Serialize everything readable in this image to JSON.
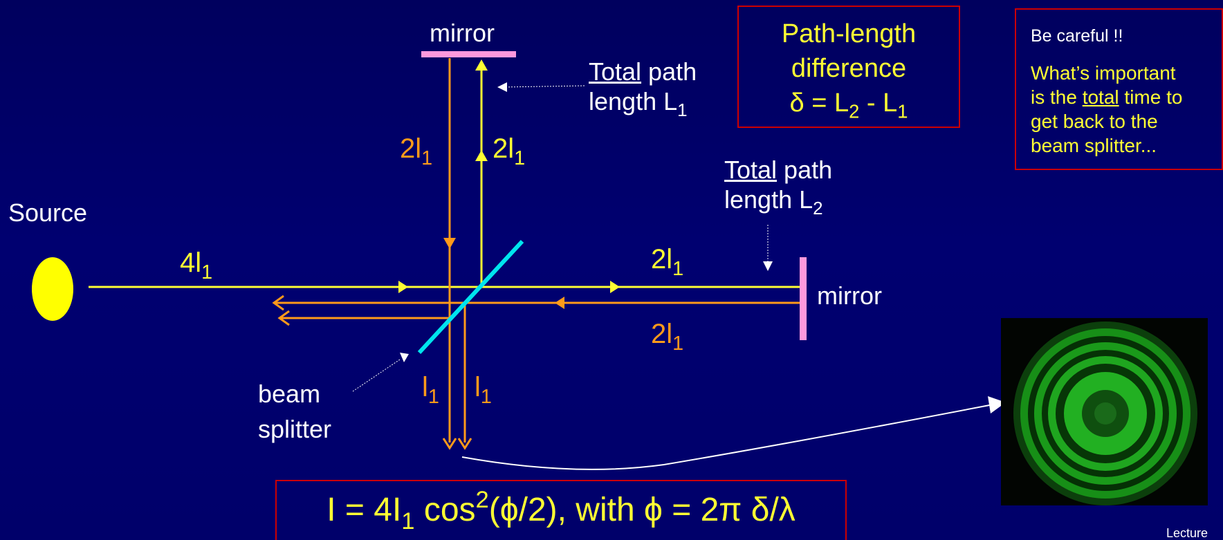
{
  "labels": {
    "mirror_top": "mirror",
    "mirror_right": "mirror",
    "source": "Source",
    "beam": "beam",
    "splitter": "splitter",
    "total": "Total",
    "path": " path",
    "length": "length L",
    "sub1": "1",
    "sub2": "2",
    "two_l": "2l",
    "four_l": "4l",
    "l": "l"
  },
  "path_box": {
    "line1": "Path-length",
    "line2": "difference",
    "delta_eq": "δ = L",
    "minus": " - L"
  },
  "note_box": {
    "heading": "Be careful !!",
    "line1": "What’s important",
    "line2_pre": "is the ",
    "line2_u": "total",
    "line2_post": " time to",
    "line3": "get back to the",
    "line4": "beam splitter..."
  },
  "formula": {
    "lhs": "I = 4I",
    "sub": "1",
    "mid": " cos",
    "sup": "2",
    "rest": "(ϕ/2), with ϕ = 2π δ/λ"
  },
  "footer": "Lecture",
  "colors": {
    "background": "#000066",
    "beam_yellow": "#ffff33",
    "beam_orange": "#ff9a1a",
    "splitter": "#00e5ee",
    "mirror": "#ff99dd",
    "box_border": "#cc0000"
  }
}
